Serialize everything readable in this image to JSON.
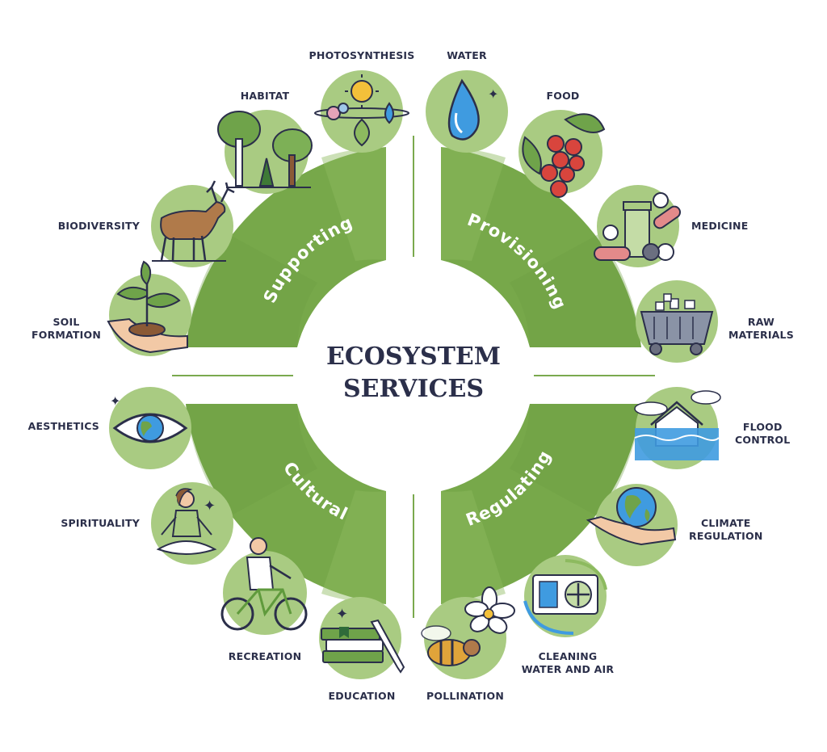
{
  "title": {
    "line1": "ECOSYSTEM",
    "line2": "SERVICES"
  },
  "colors": {
    "sector": "#77a84a",
    "sector_light": "#8dba5f",
    "badge": "#a9cb82",
    "badge_light": "#c4dca6",
    "text": "#2b2f4a",
    "divider": "#7aa94e"
  },
  "sectors": {
    "supporting": "Supporting",
    "provisioning": "Provisioning",
    "cultural": "Cultural",
    "regulating": "Regulating"
  },
  "items": {
    "photosynthesis": {
      "label": "PHOTOSYNTHESIS",
      "icon": "sun-leaf-water-icon"
    },
    "habitat": {
      "label": "HABITAT",
      "icon": "trees-icon"
    },
    "biodiversity": {
      "label": "BIODIVERSITY",
      "icon": "reindeer-icon"
    },
    "soil_formation": {
      "line1": "SOIL",
      "line2": "FORMATION",
      "icon": "sprout-in-hand-icon"
    },
    "water": {
      "label": "WATER",
      "icon": "water-drop-icon"
    },
    "food": {
      "label": "FOOD",
      "icon": "berries-icon"
    },
    "medicine": {
      "label": "MEDICINE",
      "icon": "pills-icon"
    },
    "raw_materials": {
      "line1": "RAW",
      "line2": "MATERIALS",
      "icon": "mine-cart-icon"
    },
    "aesthetics": {
      "label": "AESTHETICS",
      "icon": "eye-globe-icon"
    },
    "spirituality": {
      "label": "SPIRITUALITY",
      "icon": "meditation-icon"
    },
    "recreation": {
      "label": "RECREATION",
      "icon": "cyclist-icon"
    },
    "education": {
      "label": "EDUCATION",
      "icon": "books-pencil-icon"
    },
    "flood_control": {
      "line1": "FLOOD",
      "line2": "CONTROL",
      "icon": "flooded-house-icon"
    },
    "climate_regulation": {
      "line1": "CLIMATE",
      "line2": "REGULATION",
      "icon": "globe-in-hand-icon"
    },
    "cleaning": {
      "line1": "CLEANING",
      "line2": "WATER AND AIR",
      "icon": "air-purifier-icon"
    },
    "pollination": {
      "label": "POLLINATION",
      "icon": "bee-flower-icon"
    }
  }
}
